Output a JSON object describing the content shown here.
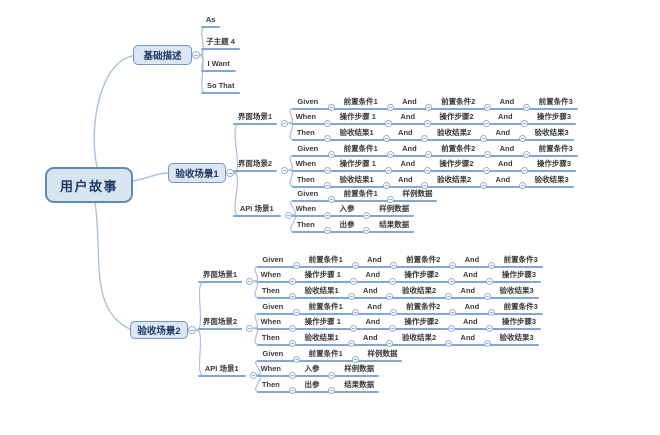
{
  "root": {
    "label": "用户故事"
  },
  "branches": [
    {
      "label": "基础描述",
      "children": [
        "As",
        "子主题 4",
        "I Want",
        "So That"
      ]
    },
    {
      "label": "验收场景1",
      "groups": [
        {
          "label": "界面场景1",
          "rows": [
            [
              "Given",
              "前置条件1",
              "And",
              "前置条件2",
              "And",
              "前置条件3"
            ],
            [
              "When",
              "操作步骤 1",
              "And",
              "操作步骤2",
              "And",
              "操作步骤3"
            ],
            [
              "Then",
              "验收结果1",
              "And",
              "验收结果2",
              "And",
              "验收结果3"
            ]
          ]
        },
        {
          "label": "界面场景2",
          "rows": [
            [
              "Given",
              "前置条件1",
              "And",
              "前置条件2",
              "And",
              "前置条件3"
            ],
            [
              "When",
              "操作步骤 1",
              "And",
              "操作步骤2",
              "And",
              "操作步骤3"
            ],
            [
              "Then",
              "验收结果1",
              "And",
              "验收结果2",
              "And",
              "验收结果3"
            ]
          ]
        },
        {
          "label": "API 场景1",
          "rows": [
            [
              "Given",
              "前置条件1",
              "样例数据"
            ],
            [
              "When",
              "入参",
              "样例数据"
            ],
            [
              "Then",
              "出参",
              "结果数据"
            ]
          ]
        }
      ]
    },
    {
      "label": "验收场景2",
      "groups": [
        {
          "label": "界面场景1",
          "rows": [
            [
              "Given",
              "前置条件1",
              "And",
              "前置条件2",
              "And",
              "前置条件3"
            ],
            [
              "When",
              "操作步骤 1",
              "And",
              "操作步骤2",
              "And",
              "操作步骤3"
            ],
            [
              "Then",
              "验收结果1",
              "And",
              "验收结果2",
              "And",
              "验收结果3"
            ]
          ]
        },
        {
          "label": "界面场景2",
          "rows": [
            [
              "Given",
              "前置条件1",
              "And",
              "前置条件2",
              "And",
              "前置条件3"
            ],
            [
              "When",
              "操作步骤 1",
              "And",
              "操作步骤2",
              "And",
              "操作步骤3"
            ],
            [
              "Then",
              "验收结果1",
              "And",
              "验收结果2",
              "And",
              "验收结果3"
            ]
          ]
        },
        {
          "label": "API 场景1",
          "rows": [
            [
              "Given",
              "前置条件1",
              "样例数据"
            ],
            [
              "When",
              "入参",
              "样例数据"
            ],
            [
              "Then",
              "出参",
              "结果数据"
            ]
          ]
        }
      ]
    }
  ],
  "icons": {
    "collapse": "minus-in-circle"
  },
  "colors": {
    "line": "#82a6d6",
    "connector": "#a9c0de",
    "circ": "#94b0d8",
    "fill": "#dce6f3",
    "border": "#7495c6",
    "nodetext": "#1e3a66",
    "rowtext": "#3a3a3a",
    "rootfill": "#d9e4f1",
    "rootborder": "#5f88ba"
  }
}
